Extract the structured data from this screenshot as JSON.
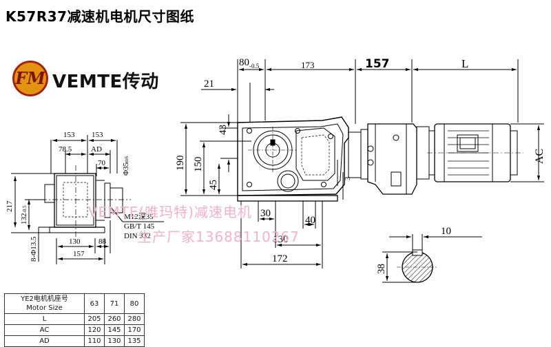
{
  "title": "K57R37减速机电机尺寸图纸",
  "brand": {
    "logo_text": "FM",
    "name": "VEMTE传动"
  },
  "watermark": {
    "line1": "VEMTE(唯玛特)减速电机",
    "line2": "生产厂家13688110267"
  },
  "left_view": {
    "top_dims": [
      "153",
      "153"
    ],
    "sub_dims": [
      "78.5",
      "AD"
    ],
    "side_dims": [
      "70",
      "Φ35",
      "m6"
    ],
    "height": "217",
    "height_sub": "132",
    "height_sub_tol": "-0.5",
    "hole": "8-Φ13.5",
    "bottom_dims": [
      "130",
      "88",
      "157"
    ],
    "thread": [
      "M12深35",
      "GB/T 145",
      "DIN 332"
    ]
  },
  "main_view": {
    "top_dims": {
      "d80": "80",
      "d80_tol": "-0.5",
      "d173": "173",
      "d157": "157",
      "L": "L"
    },
    "d21": "21",
    "left_dims": [
      "190",
      "150",
      "43",
      "45"
    ],
    "bottom_dims": [
      "30",
      "40",
      "130",
      "172"
    ],
    "side_small": "3",
    "AC": "AC"
  },
  "shaft_section": {
    "width": "10",
    "dia": "38"
  },
  "spec_table": {
    "header": {
      "label_cn": "YE2电机机座号",
      "label_en": "Motor Size",
      "sizes": [
        "63",
        "71",
        "80"
      ]
    },
    "rows": [
      {
        "label": "L",
        "values": [
          "205",
          "260",
          "280"
        ]
      },
      {
        "label": "AC",
        "values": [
          "120",
          "145",
          "170"
        ]
      },
      {
        "label": "AD",
        "values": [
          "110",
          "130",
          "135"
        ]
      }
    ]
  }
}
